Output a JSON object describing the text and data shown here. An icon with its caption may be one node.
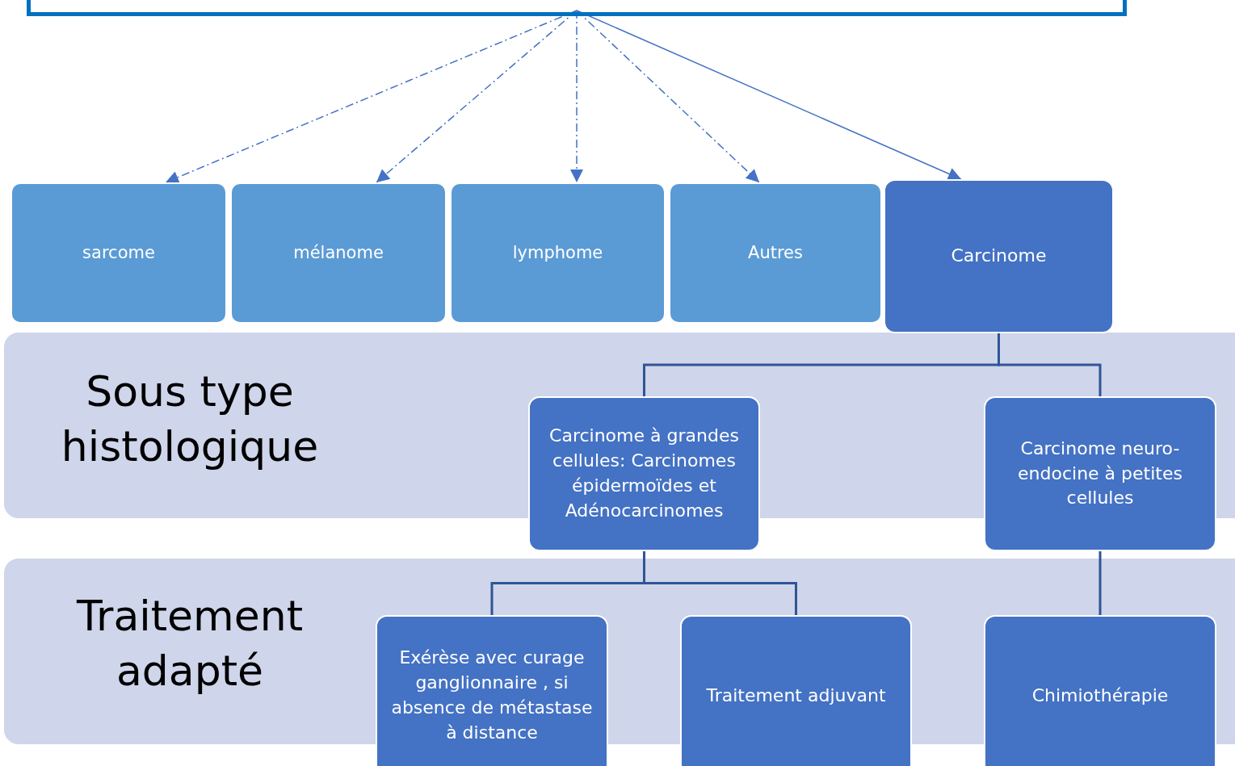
{
  "diagram": {
    "nodes": [
      {
        "text": [],
        "shape": "box"
      },
      {
        "text": [
          "sarcome"
        ]
      },
      {
        "text": [
          "mélanome"
        ]
      },
      {
        "text": [
          "lymphome"
        ]
      },
      {
        "text": [
          "Autres"
        ]
      },
      {
        "text": [
          "Carcinome"
        ]
      },
      {
        "text": [
          "Carcinome à grandes cellules: Carcinomes épidermoïdes et Adénocarcinomes"
        ]
      },
      {
        "text": [
          "Carcinome neuro- endocine à petites cellules"
        ]
      },
      {
        "text": [
          "Exérèse avec curage ganglionnaire , si absence de métastase à distance"
        ]
      },
      {
        "text": [
          "Traitement adjuvant"
        ]
      },
      {
        "text": [
          "Chimiothérapie"
        ]
      }
    ],
    "edges": [
      {
        "from": 0,
        "to": 1,
        "arrow": "to",
        "style": "dashed"
      },
      {
        "from": 0,
        "to": 2,
        "arrow": "to",
        "style": "dashed"
      },
      {
        "from": 0,
        "to": 3,
        "arrow": "to",
        "style": "dashed"
      },
      {
        "from": 0,
        "to": 4,
        "arrow": "to",
        "style": "dashed"
      },
      {
        "from": 0,
        "to": 5,
        "arrow": "to"
      },
      {
        "from": 5,
        "to": 6,
        "arrow": "none"
      },
      {
        "from": 5,
        "to": 7,
        "arrow": "none"
      },
      {
        "from": 6,
        "to": 8,
        "arrow": "none"
      },
      {
        "from": 6,
        "to": 9,
        "arrow": "none"
      },
      {
        "from": 7,
        "to": 10,
        "arrow": "none"
      }
    ],
    "labels": [
      "Sous type histologique",
      "Traitement adapté"
    ]
  }
}
